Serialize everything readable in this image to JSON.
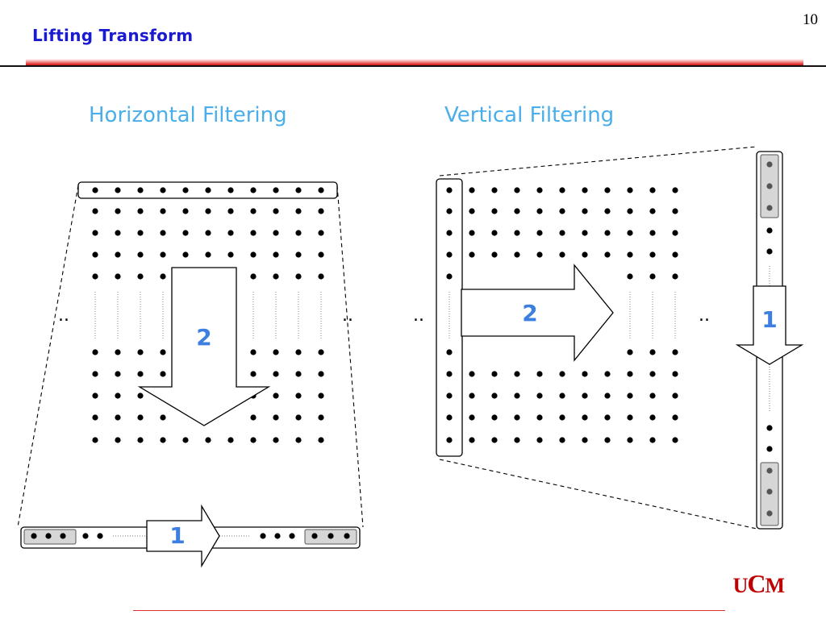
{
  "slide": {
    "title": "Lifting Transform",
    "page_number": "10",
    "logo": "UCM"
  },
  "sections": {
    "horizontal_heading": "Horizontal Filtering",
    "vertical_heading": "Vertical Filtering"
  },
  "steps": {
    "horizontal": {
      "row_arrow_label": "1",
      "block_arrow_label": "2"
    },
    "vertical": {
      "column_arrow_label": "1",
      "block_arrow_label": "2"
    }
  },
  "ellipsis": "..",
  "colors": {
    "title": "#1a1ad0",
    "heading": "#4aaeea",
    "step_label": "#3d7fe0",
    "title_bar": "#e03030",
    "logo": "#c00000"
  }
}
